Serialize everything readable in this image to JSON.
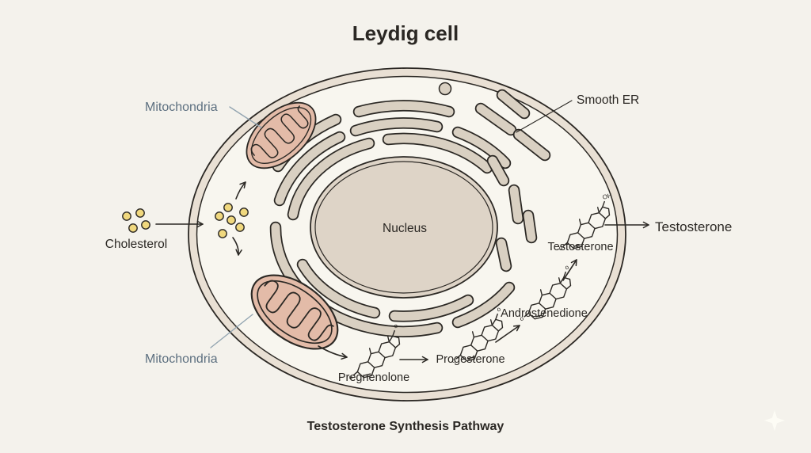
{
  "title": "Leydig cell",
  "caption": "Testosterone Synthesis Pathway",
  "organelles": {
    "nucleus_label": "Nucleus",
    "smooth_er_label": "Smooth ER",
    "mitochondria_top_label": "Mitochondria",
    "mitochondria_bottom_label": "Mitochondria"
  },
  "pathway": {
    "cholesterol_label": "Cholesterol",
    "molecules": {
      "pregnenolone": {
        "label": "Pregnenolone",
        "bottom_atom": "o",
        "top_atom": "o"
      },
      "progesterone": {
        "label": "Progesterone",
        "bottom_atom": "o",
        "top_atom": "o"
      },
      "androstenedione": {
        "label": "Androstenedione",
        "bottom_atom": "o",
        "top_atom": "o"
      },
      "testosterone_intracellular": {
        "label": "Testosterone",
        "bottom_atom": "o",
        "top_atom": "OH"
      },
      "testosterone_secreted": {
        "label": "Testosterone"
      }
    }
  },
  "colors": {
    "background": "#f4f2ec",
    "cell_fill": "#f8f6ef",
    "membrane_fill": "#e9e0d4",
    "nucleus_fill": "#ded4c7",
    "er_fill": "#d9d0c2",
    "mitochondria_fill": "#e3bba8",
    "cholesterol_fill": "#f0d87e",
    "ink": "#2b2824",
    "label_slate": "#5d7080",
    "pointer_slate": "#93a5b1",
    "sparkle": "#fdfcf5"
  }
}
